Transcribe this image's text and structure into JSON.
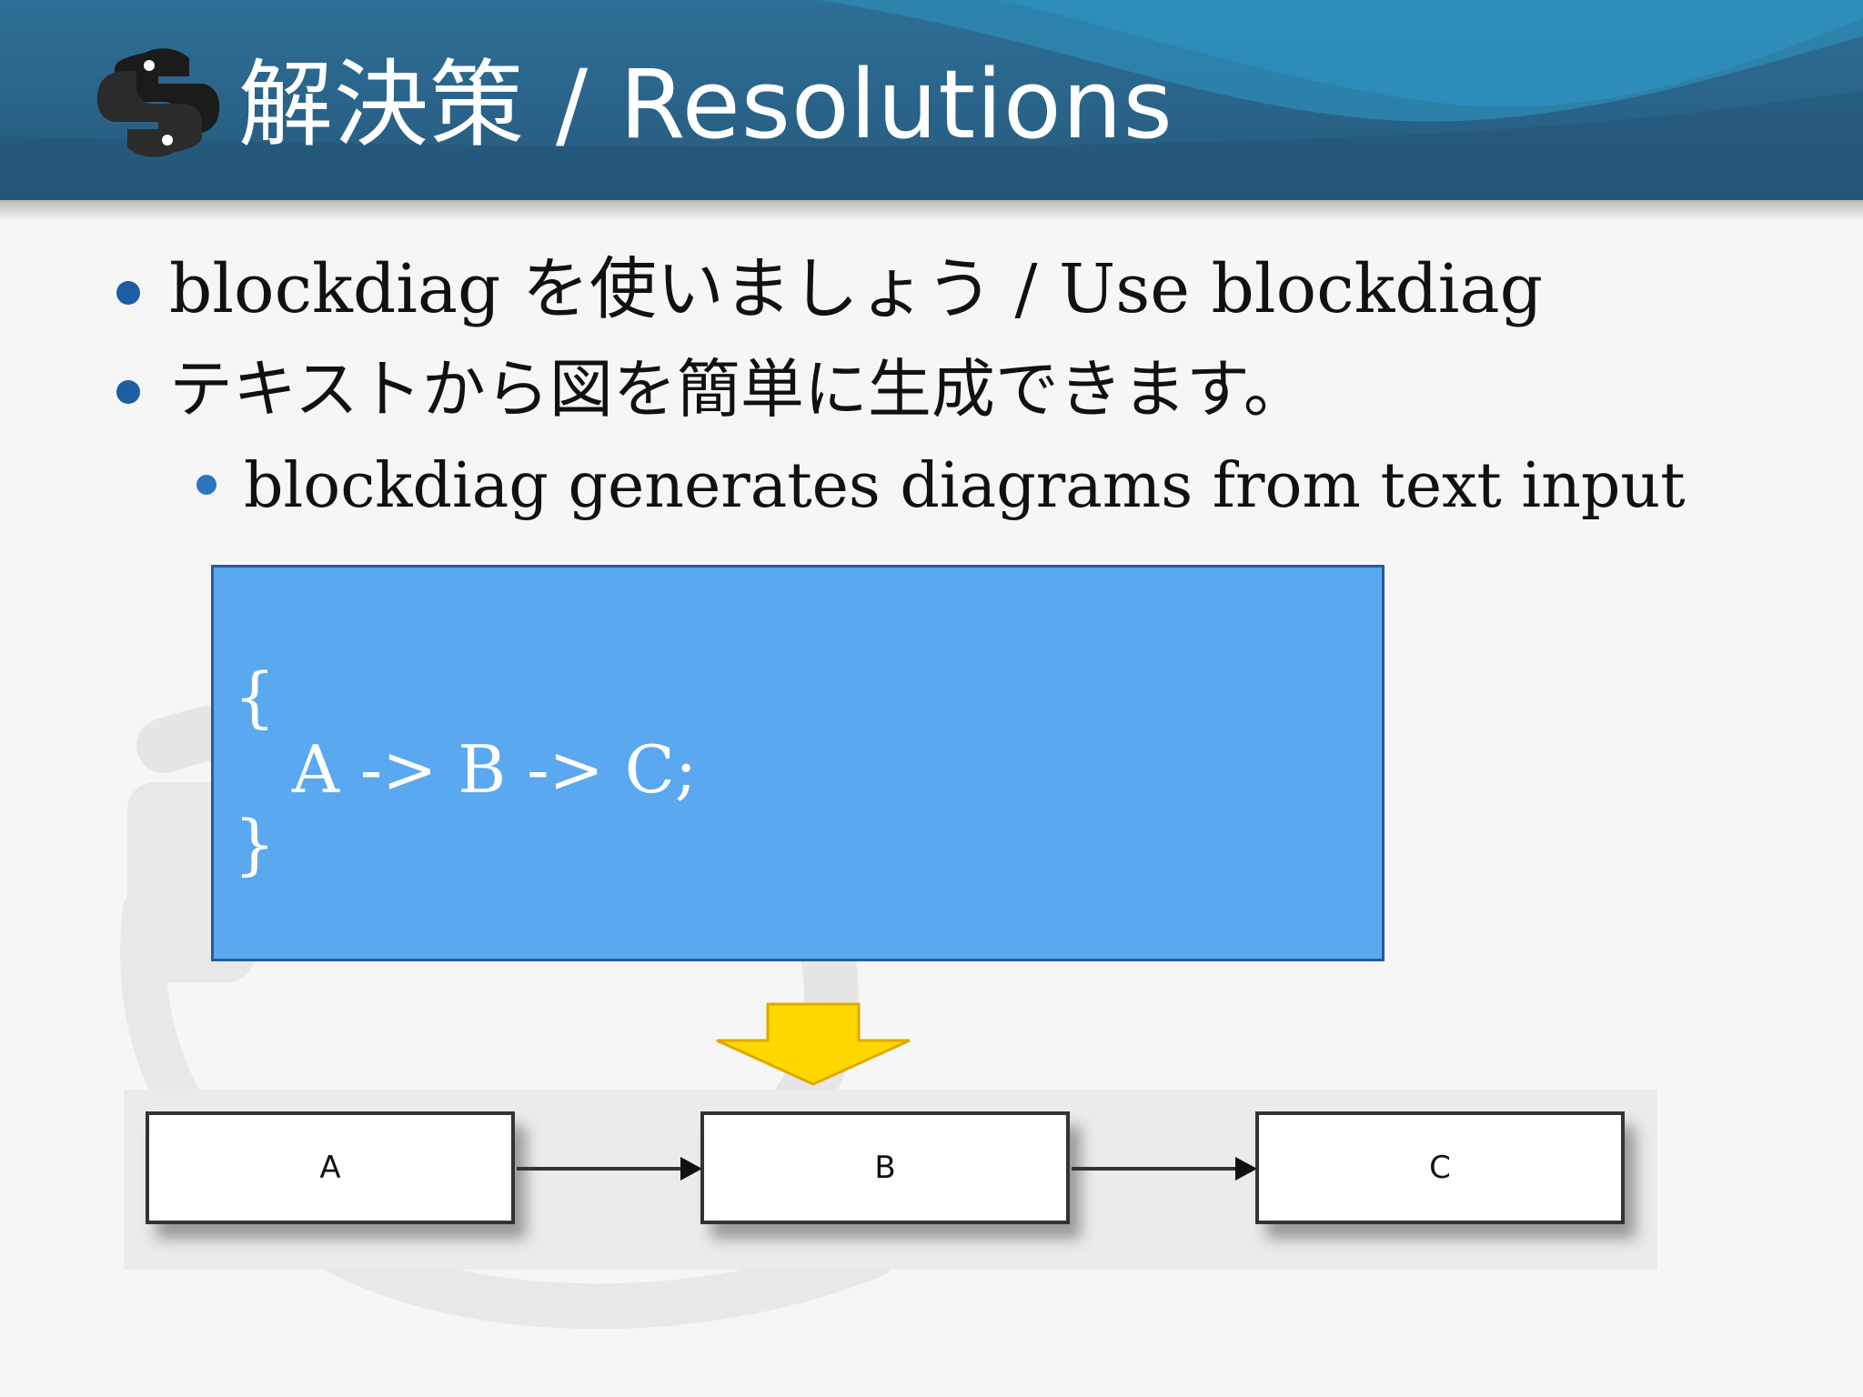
{
  "slide": {
    "title": "解決策 / Resolutions",
    "bullets": [
      "blockdiag を使いましょう / Use blockdiag",
      "テキストから図を簡単に生成できます。"
    ],
    "sub_bullets": [
      "blockdiag generates diagrams from text input"
    ]
  },
  "code_sample": {
    "line1": "{",
    "line2": "A -> B -> C;",
    "line3": "}"
  },
  "diagram": {
    "nodes": [
      "A",
      "B",
      "C"
    ]
  },
  "colors": {
    "header": "#2a6389",
    "bullet": "#1c5ea4",
    "code_box": "#5aa8ef",
    "arrow": "#ffd800"
  },
  "icons": {
    "logo": "python-snake-icon",
    "arrow": "down-arrow-icon"
  }
}
